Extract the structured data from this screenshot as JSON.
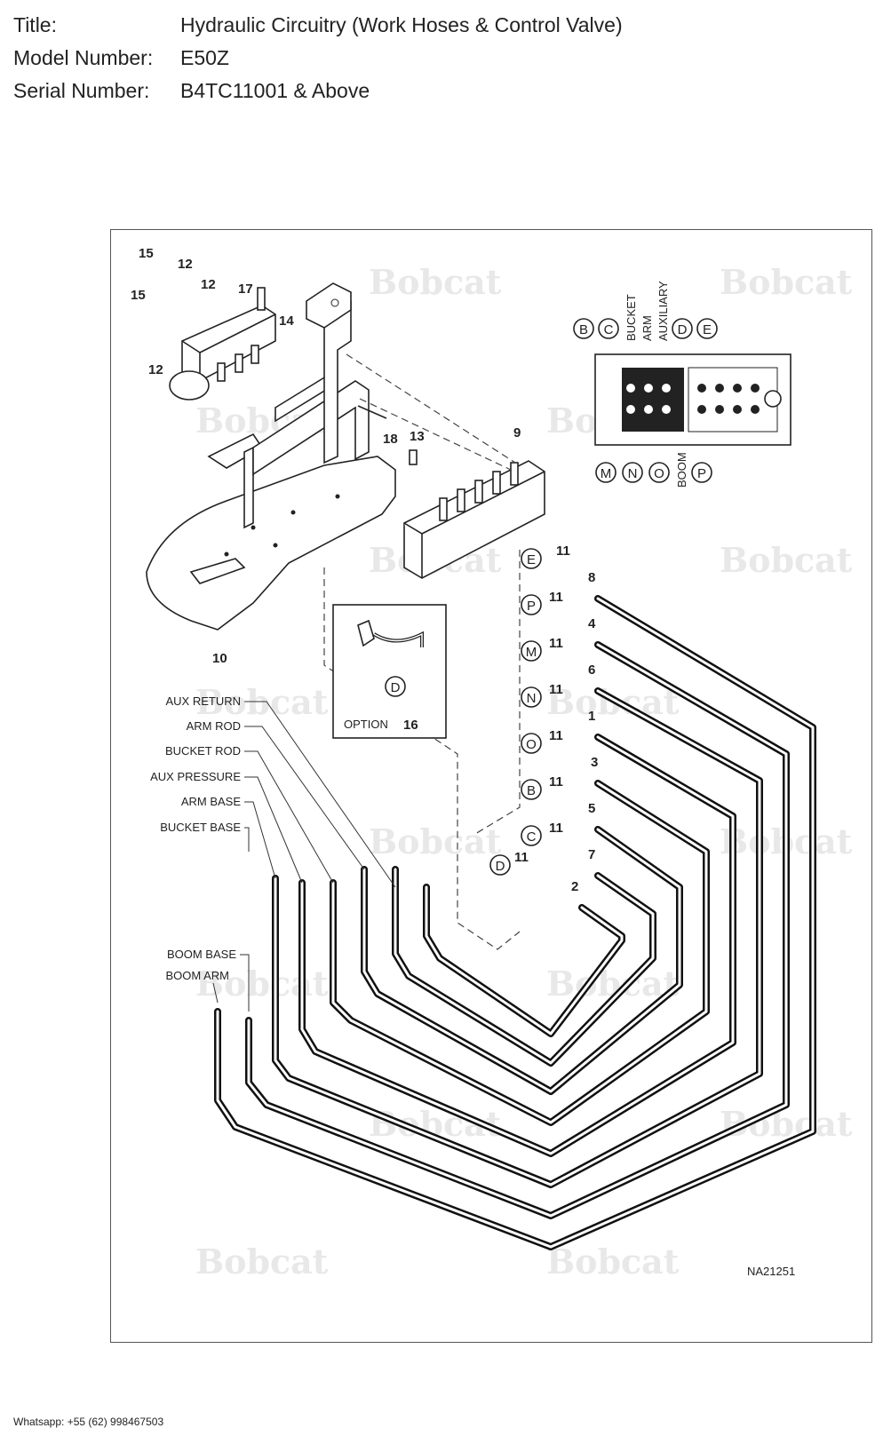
{
  "header": {
    "title_key": "Title:",
    "title_value": "Hydraulic Circuitry (Work Hoses & Control Valve)",
    "model_key": "Model Number:",
    "model_value": "E50Z",
    "serial_key": "Serial Number:",
    "serial_value": "B4TC11001 & Above"
  },
  "diagram": {
    "watermark": "Bobcat",
    "figure_code": "NA21251",
    "option_label": "OPTION",
    "option_number": "16",
    "option_port": "D",
    "valve_top_letters": [
      "B",
      "C",
      "D",
      "E"
    ],
    "valve_top_words": [
      "BUCKET",
      "ARM",
      "AUXILIARY"
    ],
    "valve_bottom_letters": [
      "M",
      "N",
      "O",
      "P"
    ],
    "valve_bottom_word": "BOOM",
    "part_numbers": [
      "15",
      "12",
      "12",
      "17",
      "15",
      "14",
      "12",
      "18",
      "13",
      "9",
      "10"
    ],
    "port_letters": [
      "E",
      "P",
      "M",
      "N",
      "O",
      "B",
      "C",
      "D"
    ],
    "fitting_number": "11",
    "hose_numbers": [
      "8",
      "4",
      "6",
      "1",
      "3",
      "5",
      "7",
      "2"
    ],
    "hose_labels": [
      "AUX RETURN",
      "ARM ROD",
      "BUCKET ROD",
      "AUX PRESSURE",
      "ARM BASE",
      "BUCKET BASE"
    ],
    "boom_labels": [
      "BOOM BASE",
      "BOOM ARM"
    ]
  },
  "footer": {
    "contact": "Whatsapp: +55 (62) 998467503"
  }
}
